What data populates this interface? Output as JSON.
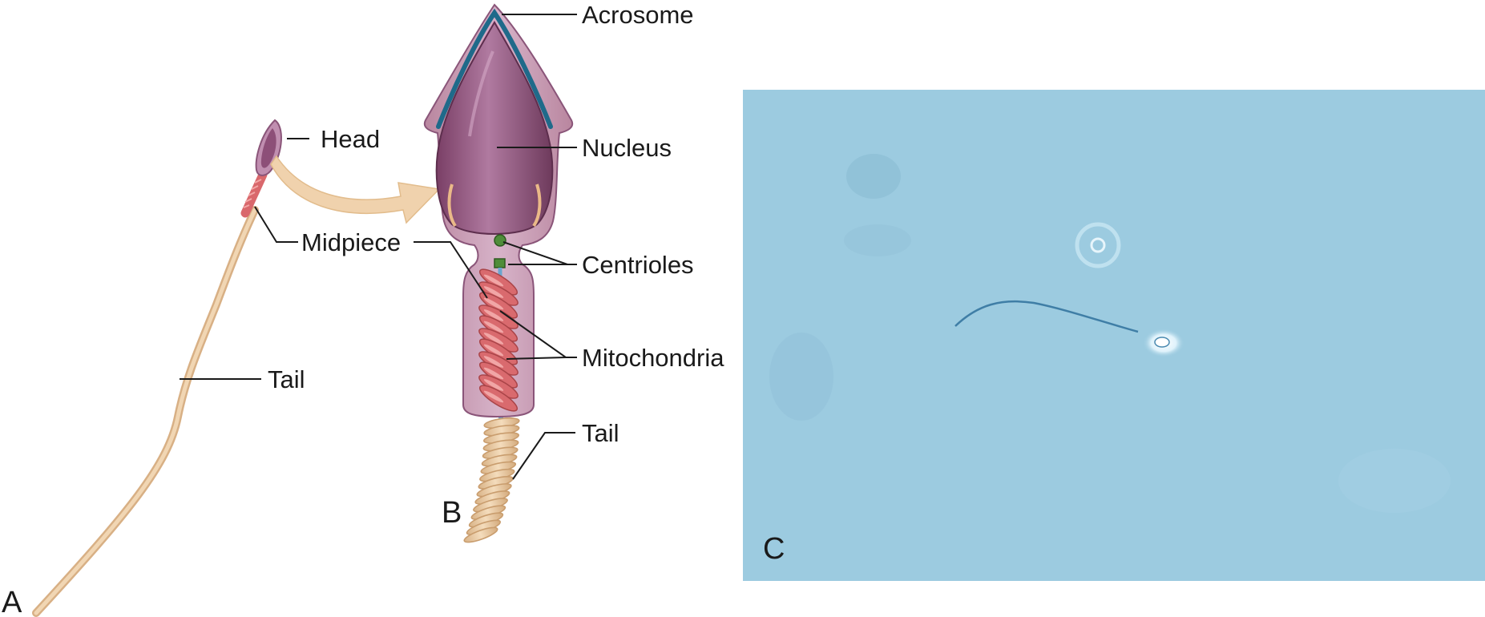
{
  "panels": {
    "a": "A",
    "b": "B",
    "c": "C"
  },
  "labels_a": {
    "head": "Head",
    "midpiece": "Midpiece",
    "tail": "Tail"
  },
  "labels_b": {
    "acrosome": "Acrosome",
    "nucleus": "Nucleus",
    "centrioles": "Centrioles",
    "mitochondria": "Mitochondria",
    "tail": "Tail"
  },
  "colors": {
    "tail": "#e9c9a1",
    "head_purple": "#9a5d86",
    "cell_membrane": "#c895b7",
    "acrosome_blue": "#1f6a8a",
    "mitochondria": "#d96a6e",
    "centriole": "#4f8d3a",
    "arrow": "#f0d2ad",
    "micrograph_bg": "#9ccbe0"
  }
}
